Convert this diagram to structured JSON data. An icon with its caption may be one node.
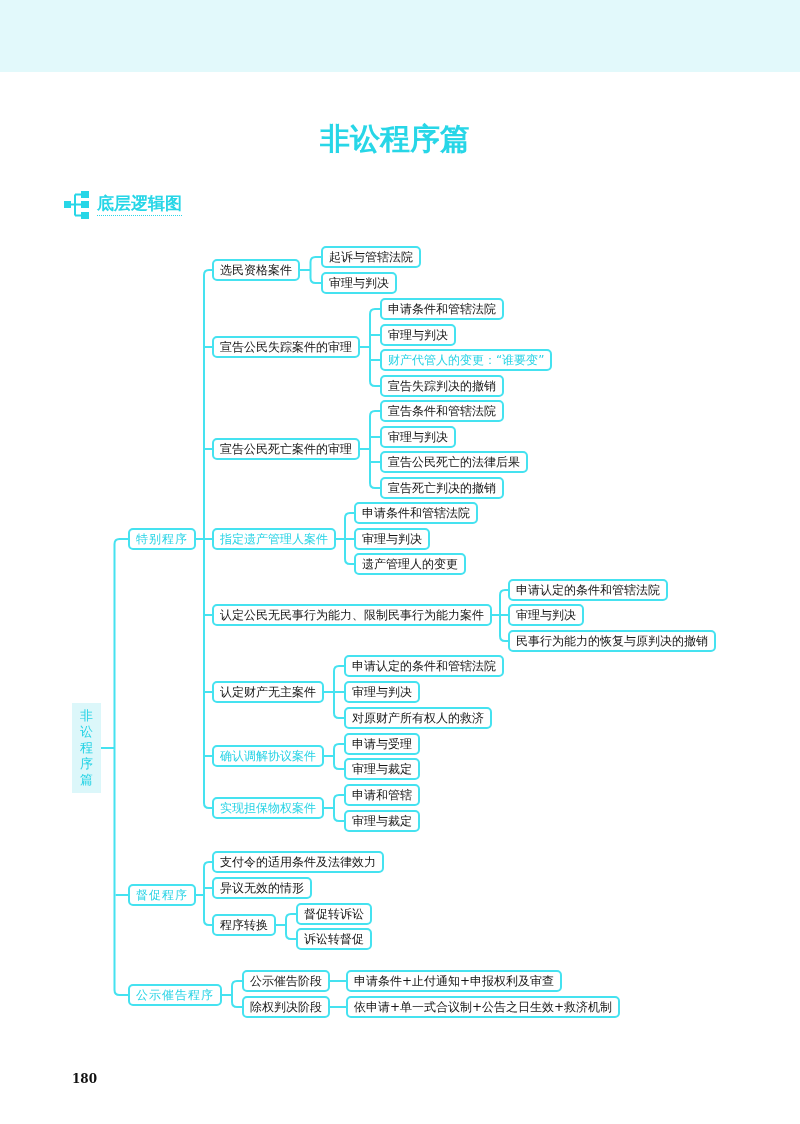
{
  "diagram": {
    "title": "非讼程序篇",
    "nodes": [
      {
        "text": [
          "非讼程序篇"
        ]
      },
      {
        "text": [
          "特别程序"
        ]
      },
      {
        "text": [
          "选民资格案件"
        ]
      },
      {
        "text": [
          "起诉与管辖法院"
        ]
      },
      {
        "text": [
          "审理与判决"
        ]
      },
      {
        "text": [
          "宣告公民失踪案件的审理"
        ]
      },
      {
        "text": [
          "申请条件和管辖法院"
        ]
      },
      {
        "text": [
          "审理与判决"
        ]
      },
      {
        "text": [
          "财产代管人的变更：“谁要变”"
        ]
      },
      {
        "text": [
          "宣告失踪判决的撤销"
        ]
      },
      {
        "text": [
          "宣告公民死亡案件的审理"
        ]
      },
      {
        "text": [
          "宣告条件和管辖法院"
        ]
      },
      {
        "text": [
          "审理与判决"
        ]
      },
      {
        "text": [
          "宣告公民死亡的法律后果"
        ]
      },
      {
        "text": [
          "宣告死亡判决的撤销"
        ]
      },
      {
        "text": [
          "指定遗产管理人案件"
        ]
      },
      {
        "text": [
          "申请条件和管辖法院"
        ]
      },
      {
        "text": [
          "审理与判决"
        ]
      },
      {
        "text": [
          "遗产管理人的变更"
        ]
      },
      {
        "text": [
          "认定公民无民事行为能力、限制民事行为能力案件"
        ]
      },
      {
        "text": [
          "申请认定的条件和管辖法院"
        ]
      },
      {
        "text": [
          "审理与判决"
        ]
      },
      {
        "text": [
          "民事行为能力的恢复与原判决的撤销"
        ]
      },
      {
        "text": [
          "认定财产无主案件"
        ]
      },
      {
        "text": [
          "申请认定的条件和管辖法院"
        ]
      },
      {
        "text": [
          "审理与判决"
        ]
      },
      {
        "text": [
          "对原财产所有权人的救济"
        ]
      },
      {
        "text": [
          "确认调解协议案件"
        ]
      },
      {
        "text": [
          "申请与受理"
        ]
      },
      {
        "text": [
          "审理与裁定"
        ]
      },
      {
        "text": [
          "实现担保物权案件"
        ]
      },
      {
        "text": [
          "申请和管辖"
        ]
      },
      {
        "text": [
          "审理与裁定"
        ]
      },
      {
        "text": [
          "督促程序"
        ]
      },
      {
        "text": [
          "支付令的适用条件及法律效力"
        ]
      },
      {
        "text": [
          "异议无效的情形"
        ]
      },
      {
        "text": [
          "程序转换"
        ]
      },
      {
        "text": [
          "督促转诉讼"
        ]
      },
      {
        "text": [
          "诉讼转督促"
        ]
      },
      {
        "text": [
          "公示催告程序"
        ]
      },
      {
        "text": [
          "公示催告阶段"
        ]
      },
      {
        "text": [
          "除权判决阶段"
        ]
      },
      {
        "text": [
          "申请条件+止付通知+申报权利及审查"
        ]
      },
      {
        "text": [
          "依申请+单一式合议制+公告之日生效+救济机制"
        ]
      }
    ],
    "edges": [
      {
        "from": 0,
        "to": 1,
        "arrow": "none"
      },
      {
        "from": 1,
        "to": 2,
        "arrow": "none"
      },
      {
        "from": 2,
        "to": 3,
        "arrow": "none"
      },
      {
        "from": 2,
        "to": 4,
        "arrow": "none"
      },
      {
        "from": 1,
        "to": 5,
        "arrow": "none"
      },
      {
        "from": 5,
        "to": 6,
        "arrow": "none"
      },
      {
        "from": 5,
        "to": 7,
        "arrow": "none"
      },
      {
        "from": 5,
        "to": 8,
        "arrow": "none"
      },
      {
        "from": 5,
        "to": 9,
        "arrow": "none"
      },
      {
        "from": 1,
        "to": 10,
        "arrow": "none"
      },
      {
        "from": 10,
        "to": 11,
        "arrow": "none"
      },
      {
        "from": 10,
        "to": 12,
        "arrow": "none"
      },
      {
        "from": 10,
        "to": 13,
        "arrow": "none"
      },
      {
        "from": 10,
        "to": 14,
        "arrow": "none"
      },
      {
        "from": 1,
        "to": 15,
        "arrow": "none"
      },
      {
        "from": 15,
        "to": 16,
        "arrow": "none"
      },
      {
        "from": 15,
        "to": 17,
        "arrow": "none"
      },
      {
        "from": 15,
        "to": 18,
        "arrow": "none"
      },
      {
        "from": 1,
        "to": 19,
        "arrow": "none"
      },
      {
        "from": 19,
        "to": 20,
        "arrow": "none"
      },
      {
        "from": 19,
        "to": 21,
        "arrow": "none"
      },
      {
        "from": 19,
        "to": 22,
        "arrow": "none"
      },
      {
        "from": 1,
        "to": 23,
        "arrow": "none"
      },
      {
        "from": 23,
        "to": 24,
        "arrow": "none"
      },
      {
        "from": 23,
        "to": 25,
        "arrow": "none"
      },
      {
        "from": 23,
        "to": 26,
        "arrow": "none"
      },
      {
        "from": 1,
        "to": 27,
        "arrow": "none"
      },
      {
        "from": 27,
        "to": 28,
        "arrow": "none"
      },
      {
        "from": 27,
        "to": 29,
        "arrow": "none"
      },
      {
        "from": 1,
        "to": 30,
        "arrow": "none"
      },
      {
        "from": 30,
        "to": 31,
        "arrow": "none"
      },
      {
        "from": 30,
        "to": 32,
        "arrow": "none"
      },
      {
        "from": 0,
        "to": 33,
        "arrow": "none"
      },
      {
        "from": 33,
        "to": 34,
        "arrow": "none"
      },
      {
        "from": 33,
        "to": 35,
        "arrow": "none"
      },
      {
        "from": 33,
        "to": 36,
        "arrow": "none"
      },
      {
        "from": 36,
        "to": 37,
        "arrow": "none"
      },
      {
        "from": 36,
        "to": 38,
        "arrow": "none"
      },
      {
        "from": 0,
        "to": 39,
        "arrow": "none"
      },
      {
        "from": 39,
        "to": 40,
        "arrow": "none"
      },
      {
        "from": 39,
        "to": 41,
        "arrow": "none"
      },
      {
        "from": 40,
        "to": 42,
        "arrow": "none"
      },
      {
        "from": 41,
        "to": 43,
        "arrow": "none"
      }
    ],
    "labels": [
      "底层逻辑图",
      "180"
    ]
  }
}
